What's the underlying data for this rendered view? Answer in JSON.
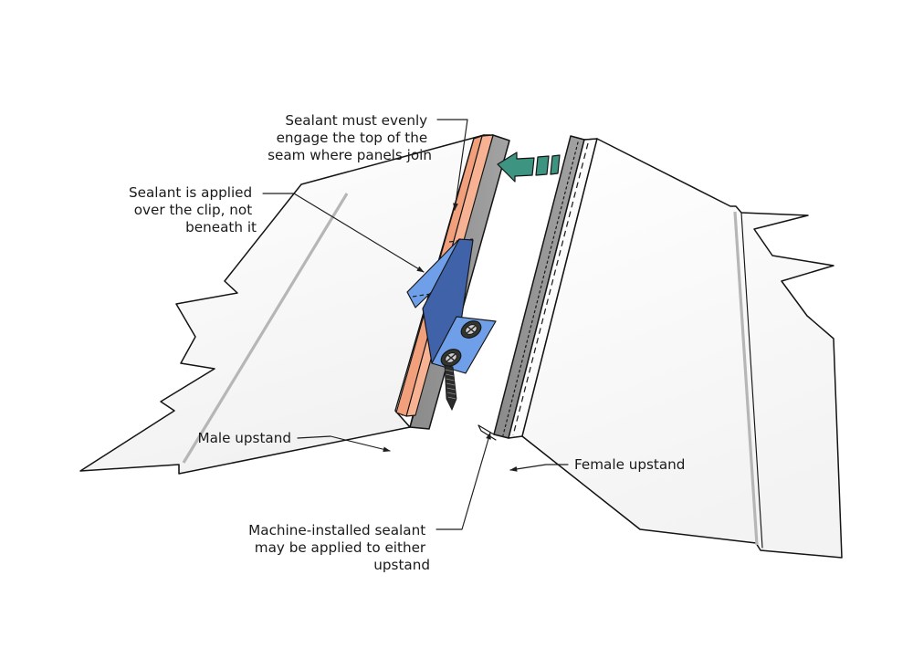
{
  "figure": {
    "title": "Standing seam panel sidelap sealant and clip detail",
    "background_color": "#ffffff"
  },
  "annotations": [
    {
      "id": "sealant-top-of-seam",
      "lines": [
        "Sealant must evenly",
        "engage the top of the",
        "seam where panels join"
      ],
      "anchor": "top-center-left"
    },
    {
      "id": "sealant-over-clip",
      "lines": [
        "Sealant is applied",
        "over the clip, not",
        "beneath it"
      ],
      "anchor": "upper-left"
    },
    {
      "id": "male-upstand",
      "lines": [
        "Male upstand"
      ],
      "anchor": "lower-left"
    },
    {
      "id": "female-upstand",
      "lines": [
        "Female upstand"
      ],
      "anchor": "lower-right"
    },
    {
      "id": "machine-installed-sealant",
      "lines": [
        "Machine-installed sealant",
        "may be applied to either",
        "upstand"
      ],
      "anchor": "bottom-center"
    }
  ],
  "labels": {
    "sealant_top_line1": "Sealant must evenly",
    "sealant_top_line2": "engage the top of the",
    "sealant_top_line3": "seam where panels join",
    "over_clip_line1": "Sealant is applied",
    "over_clip_line2": "over the clip, not",
    "over_clip_line3": "beneath it",
    "male_upstand": "Male upstand",
    "female_upstand": "Female upstand",
    "machine_sealant_line1": "Machine-installed sealant",
    "machine_sealant_line2": "may be applied to either",
    "machine_sealant_line3": "upstand"
  },
  "parts": {
    "left_panel": {
      "name": "Male panel",
      "face_color": "#fbfbfb",
      "shadow_color": "#8f8f8f",
      "rib_color": "#b6b6b6"
    },
    "right_panel": {
      "name": "Female panel",
      "face_color": "#fbfbfb",
      "shadow_color": "#9a9a9a"
    },
    "sealant_bead": {
      "name": "Field-applied sealant bead",
      "top_color": "#f4a482",
      "side_color": "#ef9873"
    },
    "clip": {
      "name": "Panel clip",
      "tab_color": "#6f9fe8",
      "web_color": "#3f62a8",
      "flange_color": "#6f9fe8",
      "fasteners": 2,
      "fastener_type": "phillips-screw"
    },
    "motion_arrow": {
      "name": "Panel engagement direction arrow",
      "color": "#3d9480",
      "dash_count": 2,
      "direction": "left"
    },
    "machine_sealant_line": {
      "name": "Machine-installed sealant on female upstand",
      "style": "dashed"
    }
  },
  "colors": {
    "outline": "#141414",
    "leader": "#1d1d1d",
    "text": "#1a1a1a",
    "panel_face": "#fbfbfb",
    "panel_shadow": "#8f8f8f",
    "sealant": "#f4a482",
    "clip_light": "#6f9fe8",
    "clip_dark": "#3f62a8",
    "arrow_green": "#3d9480",
    "rib_gray": "#b6b6b6"
  }
}
